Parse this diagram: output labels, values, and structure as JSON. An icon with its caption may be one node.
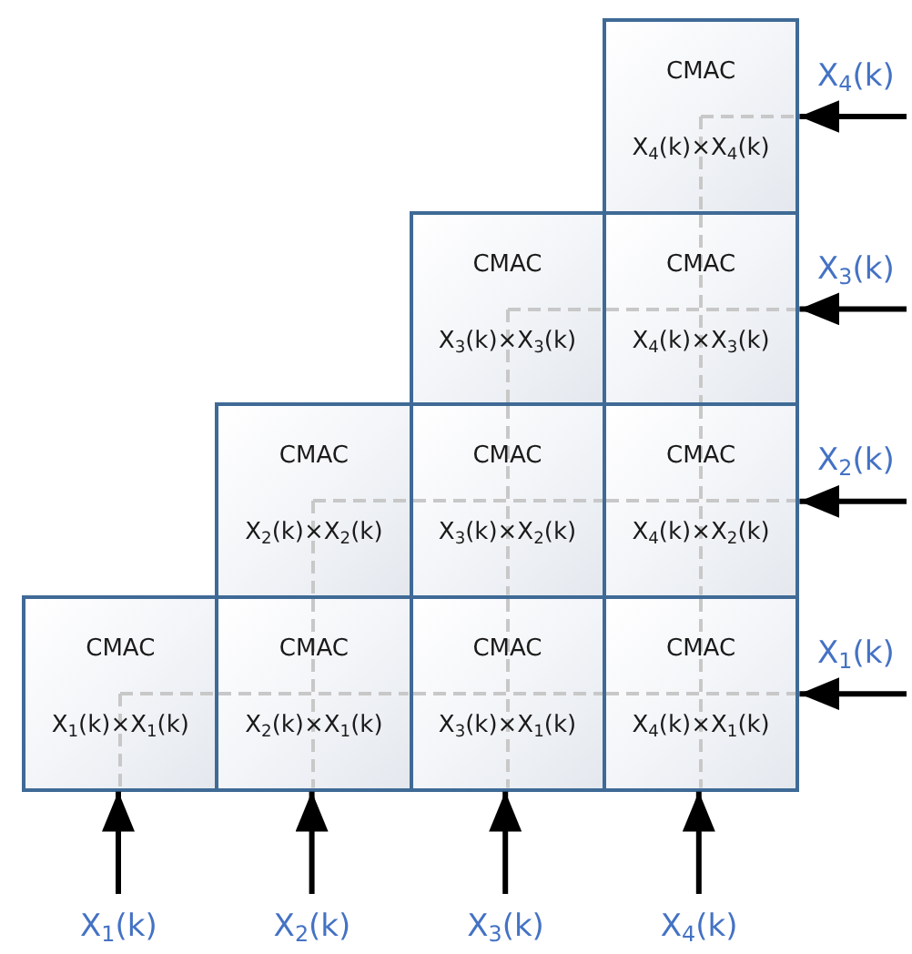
{
  "diagram": {
    "nodes": [
      {
        "text": [
          "CMAC",
          "X$_{4}$(k)×X$_{4}$(k)"
        ]
      },
      {
        "text": [
          "CMAC",
          "X$_{3}$(k)×X$_{3}$(k)"
        ]
      },
      {
        "text": [
          "CMAC",
          "X$_{4}$(k)×X$_{3}$(k)"
        ]
      },
      {
        "text": [
          "CMAC",
          "X$_{2}$(k)×X$_{2}$(k)"
        ]
      },
      {
        "text": [
          "CMAC",
          "X$_{3}$(k)×X$_{2}$(k)"
        ]
      },
      {
        "text": [
          "CMAC",
          "X$_{4}$(k)×X$_{2}$(k)"
        ]
      },
      {
        "text": [
          "CMAC",
          "X$_{1}$(k)×X$_{1}$(k)"
        ]
      },
      {
        "text": [
          "CMAC",
          "X$_{2}$(k)×X$_{1}$(k)"
        ]
      },
      {
        "text": [
          "CMAC",
          "X$_{3}$(k)×X$_{1}$(k)"
        ]
      },
      {
        "text": [
          "CMAC",
          "X$_{4}$(k)×X$_{1}$(k)"
        ]
      },
      {
        "text": [
          "X$_{4}$(k)"
        ]
      },
      {
        "text": [
          "X$_{3}$(k)"
        ]
      },
      {
        "text": [
          "X$_{2}$(k)"
        ]
      },
      {
        "text": [
          "X$_{1}$(k)"
        ]
      },
      {
        "text": [
          "X$_{1}$(k)"
        ]
      },
      {
        "text": [
          "X$_{2}$(k)"
        ]
      },
      {
        "text": [
          "X$_{3}$(k)"
        ]
      },
      {
        "text": [
          "X$_{4}$(k)"
        ]
      }
    ],
    "edges": [
      {
        "from": 10,
        "to": 0,
        "arrow": "to"
      },
      {
        "from": 11,
        "to": 2,
        "arrow": "to"
      },
      {
        "from": 12,
        "to": 5,
        "arrow": "to"
      },
      {
        "from": 13,
        "to": 9,
        "arrow": "to"
      },
      {
        "from": 14,
        "to": 6,
        "arrow": "to"
      },
      {
        "from": 15,
        "to": 7,
        "arrow": "to"
      },
      {
        "from": 16,
        "to": 8,
        "arrow": "to"
      },
      {
        "from": 17,
        "to": 9,
        "arrow": "to"
      }
    ]
  }
}
